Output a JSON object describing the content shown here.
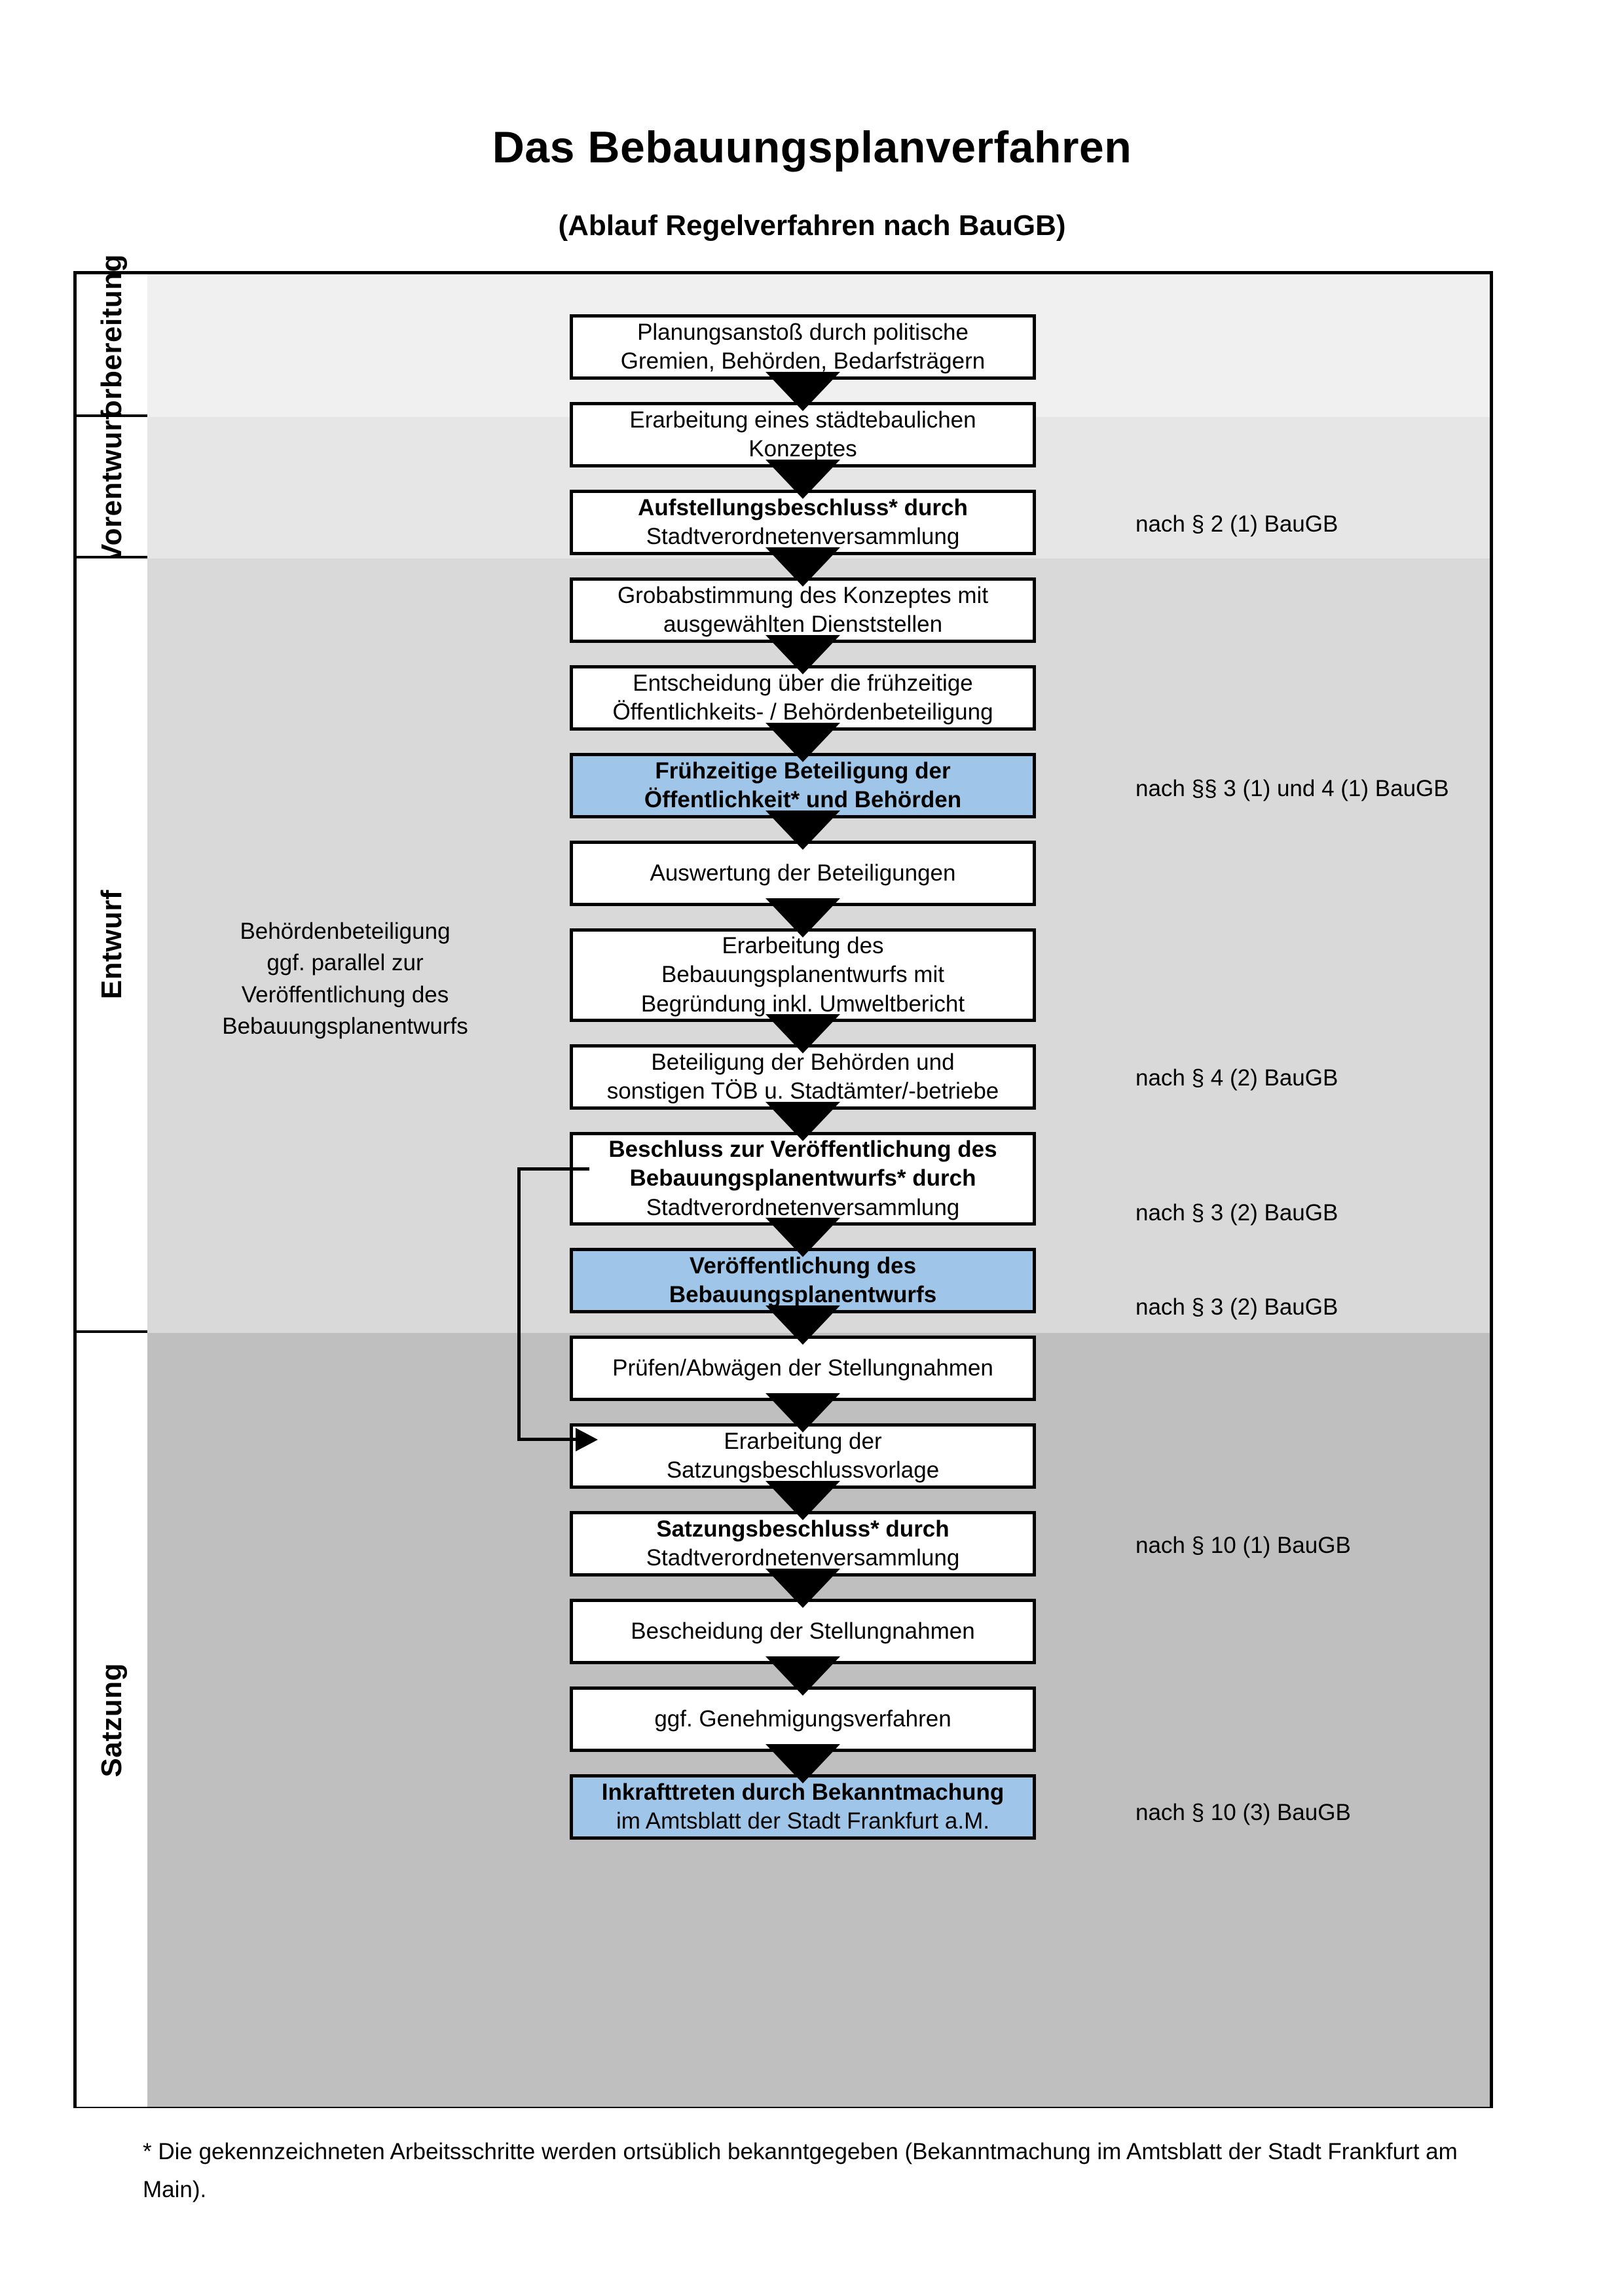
{
  "header": {
    "title": "Das Bebauungsplanverfahren",
    "subtitle": "(Ablauf Regelverfahren nach BauGB)"
  },
  "phases": [
    {
      "id": "vorbereitung",
      "label": "Vorbereitung"
    },
    {
      "id": "vorentwurf",
      "label": "Vorentwurf"
    },
    {
      "id": "entwurf",
      "label": "Entwurf"
    },
    {
      "id": "satzung",
      "label": "Satzung"
    }
  ],
  "steps": [
    {
      "id": "planungsanstoss",
      "line1": "Planungsanstoß durch politische",
      "line2": "Gremien, Behörden, Bedarfsträgern",
      "bold1": false,
      "bold2": false,
      "highlight": false
    },
    {
      "id": "staedtebauliches-konzept",
      "line1": "Erarbeitung eines städtebaulichen",
      "line2": "Konzeptes",
      "bold1": false,
      "bold2": false,
      "highlight": false
    },
    {
      "id": "aufstellungsbeschluss",
      "line1": "Aufstellungsbeschluss* durch",
      "line2": "Stadtverordnetenversammlung",
      "bold1": true,
      "bold2": false,
      "highlight": false
    },
    {
      "id": "grobabstimmung",
      "line1": "Grobabstimmung des Konzeptes mit",
      "line2": "ausgewählten Dienststellen",
      "bold1": false,
      "bold2": false,
      "highlight": false
    },
    {
      "id": "entscheidung-beteiligung",
      "line1": "Entscheidung über die frühzeitige",
      "line2": "Öffentlichkeits- / Behördenbeteiligung",
      "bold1": false,
      "bold2": false,
      "highlight": false
    },
    {
      "id": "fruehzeitige-beteiligung",
      "line1": "Frühzeitige Beteiligung der",
      "line2": "Öffentlichkeit* und Behörden",
      "bold1": true,
      "bold2": true,
      "highlight": true
    },
    {
      "id": "auswertung",
      "line1": "Auswertung der Beteiligungen",
      "line2": "",
      "bold1": false,
      "bold2": false,
      "highlight": false
    },
    {
      "id": "erarbeitung-entwurf",
      "line1": "Erarbeitung des",
      "line2": "Bebauungsplanentwurfs mit",
      "line3": "Begründung inkl. Umweltbericht",
      "bold1": false,
      "bold2": false,
      "highlight": false
    },
    {
      "id": "beteiligung-behoerden",
      "line1": "Beteiligung der Behörden und",
      "line2": "sonstigen TÖB u. Stadtämter/-betriebe",
      "bold1": false,
      "bold2": false,
      "highlight": false
    },
    {
      "id": "beschluss-veroeffentlichung",
      "line1": "Beschluss zur Veröffentlichung des",
      "line2": "Bebauungsplanentwurfs* durch",
      "line3": "Stadtverordnetenversammlung",
      "bold1": true,
      "bold2": true,
      "bold3": false,
      "highlight": false
    },
    {
      "id": "veroeffentlichung",
      "line1": "Veröffentlichung des",
      "line2": "Bebauungsplanentwurfs",
      "bold1": true,
      "bold2": true,
      "highlight": true
    },
    {
      "id": "pruefen-abwaegen",
      "line1": "Prüfen/Abwägen der Stellungnahmen",
      "line2": "",
      "bold1": false,
      "bold2": false,
      "highlight": false
    },
    {
      "id": "satzungsbeschlussvorlage",
      "line1": "Erarbeitung der",
      "line2": "Satzungsbeschlussvorlage",
      "bold1": false,
      "bold2": false,
      "highlight": false
    },
    {
      "id": "satzungsbeschluss",
      "line1": "Satzungsbeschluss* durch",
      "line2": "Stadtverordnetenversammlung",
      "bold1": true,
      "bold2": false,
      "highlight": false
    },
    {
      "id": "bescheidung",
      "line1": "Bescheidung der Stellungnahmen",
      "line2": "",
      "bold1": false,
      "bold2": false,
      "highlight": false
    },
    {
      "id": "genehmigungsverfahren",
      "line1": "ggf. Genehmigungsverfahren",
      "line2": "",
      "bold1": false,
      "bold2": false,
      "highlight": false
    },
    {
      "id": "inkrafttreten",
      "line1": "Inkrafttreten durch Bekanntmachung",
      "line2": "im Amtsblatt der Stadt Frankfurt a.M.",
      "bold1": true,
      "bold2": false,
      "highlight": true
    }
  ],
  "notes": [
    {
      "id": "note-par2-1",
      "text": "nach § 2 (1) BauGB"
    },
    {
      "id": "note-par3-4-1",
      "text": "nach §§ 3 (1) und 4 (1) BauGB"
    },
    {
      "id": "note-par4-2",
      "text": "nach § 4 (2) BauGB"
    },
    {
      "id": "note-par3-2a",
      "text": "nach § 3 (2) BauGB"
    },
    {
      "id": "note-par3-2b",
      "text": "nach § 3 (2) BauGB"
    },
    {
      "id": "note-par10-1",
      "text": "nach § 10 (1) BauGB"
    },
    {
      "id": "note-par10-3",
      "text": "nach § 10 (3) BauGB"
    }
  ],
  "sidenote": {
    "line1": "Behördenbeteiligung",
    "line2": "ggf. parallel zur",
    "line3": "Veröffentlichung des",
    "line4": "Bebauungsplanentwurfs"
  },
  "footnote": {
    "text": "* Die gekennzeichneten Arbeitsschritte werden ortsüblich bekanntgegeben (Bekanntmachung im Amtsblatt  der Stadt Frankfurt am Main)."
  },
  "colors": {
    "highlight_blue": "#9fc5e8",
    "band_vorbereitung": "#f0f0f0",
    "band_vorentwurf": "#e6e6e6",
    "band_entwurf": "#d9d9d9",
    "band_satzung": "#bfbfbf",
    "line": "#000000"
  }
}
